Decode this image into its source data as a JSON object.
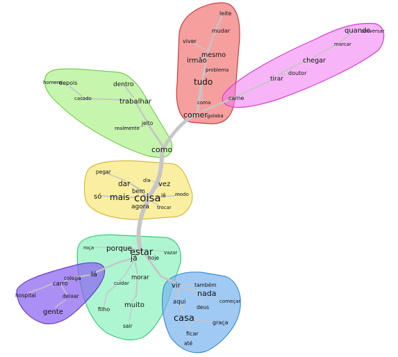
{
  "clusters": [
    {
      "id": "red",
      "color": "#f06464",
      "words": [
        "leite",
        "mudar",
        "viver",
        "mesmo",
        "irmão",
        "problema",
        "tudo",
        "coma",
        "comer",
        "goiaba"
      ]
    },
    {
      "id": "magenta",
      "color": "#f078f0",
      "words": [
        "quando",
        "conversar",
        "marcar",
        "chegar",
        "doutor",
        "tirar",
        "carne"
      ]
    },
    {
      "id": "green",
      "color": "#a0f078",
      "words": [
        "homem",
        "depois",
        "dentro",
        "casado",
        "trabalhar",
        "realmente",
        "jeito",
        "como"
      ]
    },
    {
      "id": "yellow",
      "color": "#f8e878",
      "words": [
        "pegar",
        "dar",
        "dia",
        "vez",
        "bem",
        "só",
        "mais",
        "coisa",
        "lê",
        "modo",
        "agora",
        "trocar"
      ]
    },
    {
      "id": "teal",
      "color": "#78f0b4",
      "words": [
        "roça",
        "porque",
        "estar",
        "vazar",
        "já",
        "hoje",
        "lá",
        "cuidar",
        "morar",
        "muito",
        "filho",
        "sair"
      ]
    },
    {
      "id": "purple",
      "color": "#a078f0",
      "words": [
        "colega",
        "carro",
        "hospital",
        "deixar",
        "gente"
      ]
    },
    {
      "id": "blue",
      "color": "#78b4f0",
      "words": [
        "vir",
        "também",
        "nada",
        "aqui",
        "deus",
        "começar",
        "casa",
        "graça",
        "ficar",
        "até"
      ]
    }
  ],
  "words": {
    "leite": "leite",
    "mudar": "mudar",
    "viver": "viver",
    "mesmo": "mesmo",
    "irmao": "irmão",
    "problema": "problema",
    "tudo": "tudo",
    "coma": "coma",
    "comer": "comer",
    "goiaba": "goiaba",
    "quando": "quando",
    "conversar": "conversar",
    "marcar": "marcar",
    "chegar": "chegar",
    "doutor": "doutor",
    "tirar": "tirar",
    "carne": "carne",
    "homem": "homem",
    "depois": "depois",
    "dentro": "dentro",
    "casado": "casado",
    "trabalhar": "trabalhar",
    "realmente": "realmente",
    "jeito": "jeito",
    "como": "como",
    "pegar": "pegar",
    "dar": "dar",
    "dia": "dia",
    "vez": "vez",
    "bem": "bem",
    "so": "só",
    "mais": "mais",
    "coisa": "coisa",
    "le": "lê",
    "modo": "modo",
    "agora": "agora",
    "trocar": "trocar",
    "roca": "roça",
    "porque": "porque",
    "estar": "estar",
    "vazar": "vazar",
    "ja": "já",
    "hoje": "hoje",
    "la": "lá",
    "cuidar": "cuidar",
    "morar": "morar",
    "muito": "muito",
    "filho": "filho",
    "sair": "sair",
    "colega": "colega",
    "carro": "carro",
    "hospital": "hospital",
    "deixar": "deixar",
    "gente": "gente",
    "vir": "vir",
    "tambem": "também",
    "nada": "nada",
    "aqui": "aqui",
    "deus": "deus",
    "comecar": "começar",
    "casa": "casa",
    "graca": "graça",
    "ficar": "ficar",
    "ate": "até"
  }
}
